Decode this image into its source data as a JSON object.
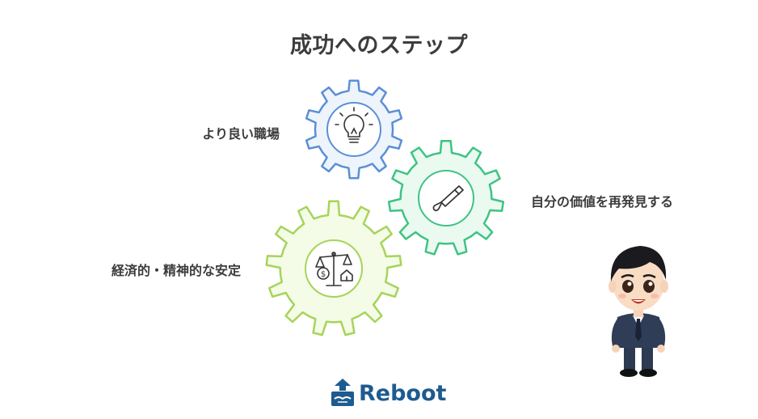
{
  "title": "成功へのステップ",
  "steps": [
    {
      "label": "より良い職場",
      "icon": "lightbulb-icon",
      "color": "#5b8fd6",
      "fill": "#eef4fc"
    },
    {
      "label": "自分の価値を再発見する",
      "icon": "quill-pen-icon",
      "color": "#3fc383",
      "fill": "#eafaf1"
    },
    {
      "label": "経済的・精神的な安定",
      "icon": "balance-scale-icon",
      "color": "#a6d45a",
      "fill": "#f4fbe6"
    }
  ],
  "logo": {
    "text": "Reboot",
    "icon": "reboot-handshake-icon",
    "color": "#1e5b8f"
  },
  "mascot": {
    "icon": "businessman-avatar-icon"
  }
}
